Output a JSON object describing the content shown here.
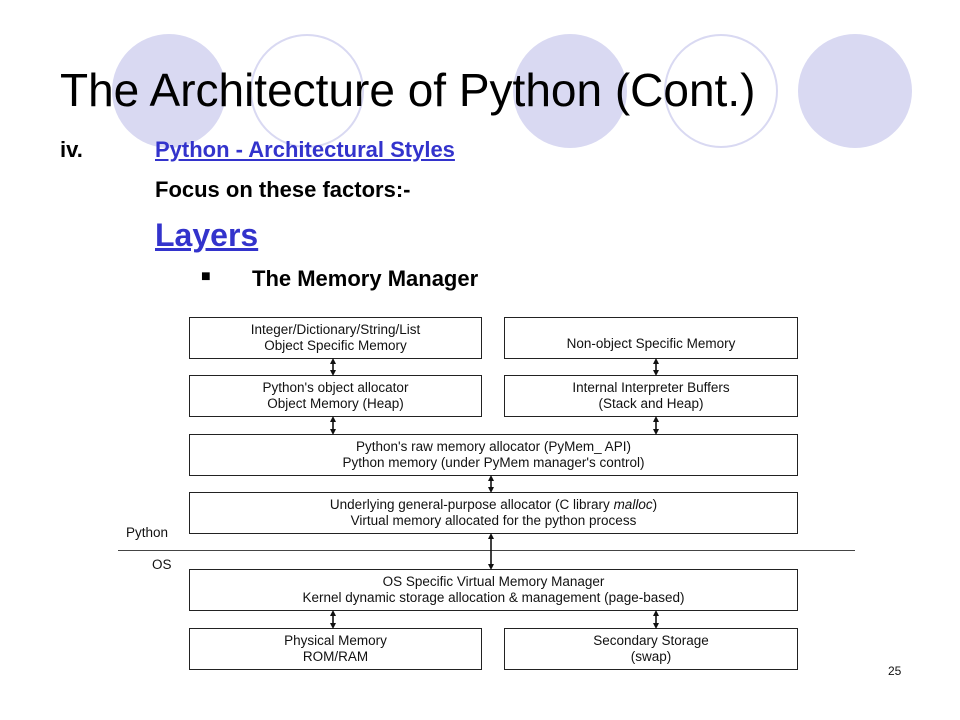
{
  "slide": {
    "title": "The Architecture of Python (Cont.)",
    "roman": "iv.",
    "link": "Python - Architectural Styles",
    "focus": "Focus on these factors:-",
    "layers": "Layers",
    "bullet": "■",
    "subitem": "The Memory Manager",
    "page_number": "25"
  },
  "diagram": {
    "boxes": {
      "object_specific": {
        "line1": "Integer/Dictionary/String/List",
        "line2": "Object Specific Memory"
      },
      "non_object_specific": {
        "line1": "Non-object Specific Memory"
      },
      "object_allocator": {
        "line1": "Python's object allocator",
        "line2": "Object Memory (Heap)"
      },
      "interpreter_buffers": {
        "line1": "Internal Interpreter Buffers",
        "line2": "(Stack and Heap)"
      },
      "raw_allocator": {
        "line1": "Python's raw memory allocator (PyMem_ API)",
        "line2": "Python memory (under PyMem manager's control)"
      },
      "general_allocator": {
        "line1a": "Underlying general-purpose allocator (C library ",
        "line1b": "malloc",
        "line1c": ")",
        "line2": "Virtual memory allocated for the python process"
      },
      "os_vmm": {
        "line1": "OS Specific Virtual Memory Manager",
        "line2": "Kernel dynamic storage allocation & management (page-based)"
      },
      "physical_memory": {
        "line1": "Physical Memory",
        "line2": "ROM/RAM"
      },
      "secondary_storage": {
        "line1": "Secondary Storage",
        "line2": "(swap)"
      }
    },
    "side_labels": {
      "python": "Python",
      "os": "OS"
    }
  }
}
